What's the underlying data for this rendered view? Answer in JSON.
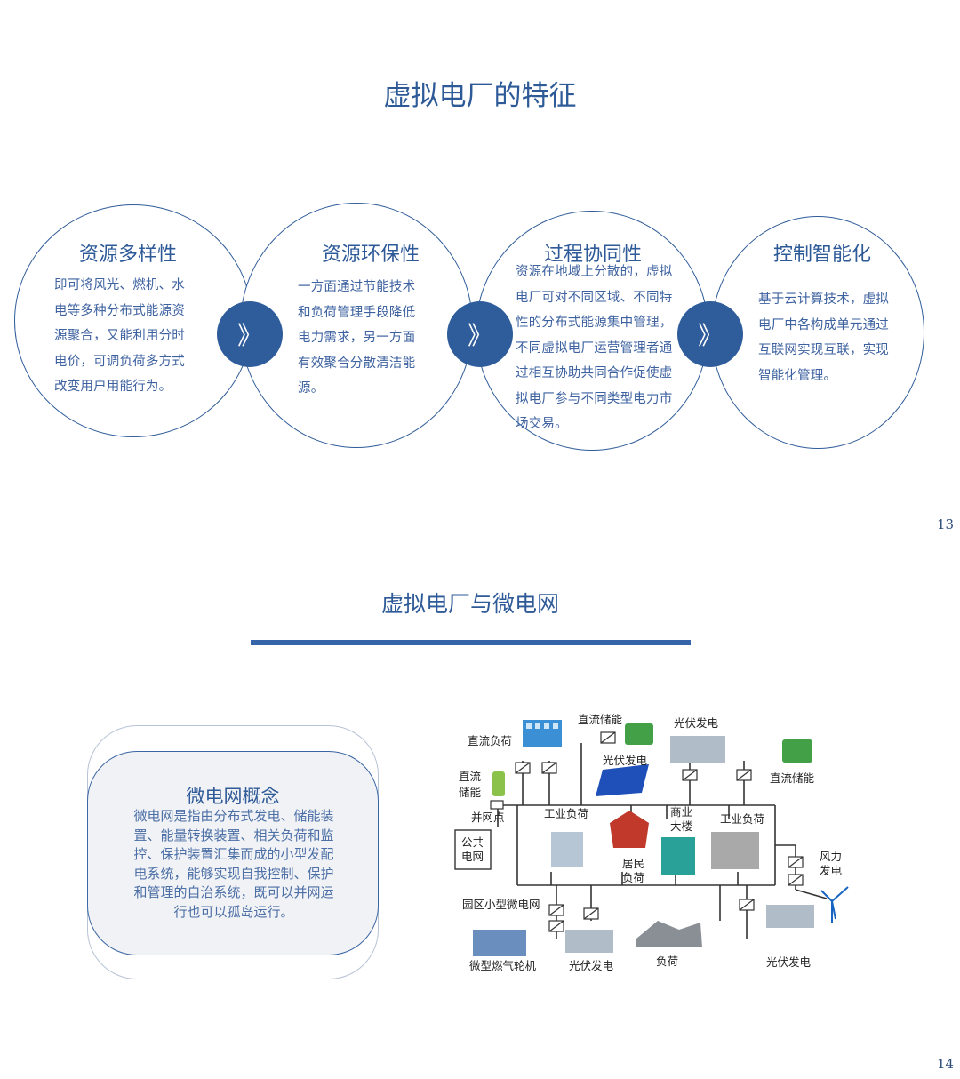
{
  "slide13": {
    "title": "虚拟电厂的特征",
    "page_number": "13",
    "features": [
      {
        "title": "资源多样性",
        "text": [
          "即可将风光、燃机、水",
          "电等多种分布式能源资",
          "源聚合，又能利用分时",
          "电价，可调负荷多方式",
          "改变用户用能行为。"
        ]
      },
      {
        "title": "资源环保性",
        "text": [
          "一方面通过节能技术",
          "和负荷管理手段降低",
          "电力需求，另一方面",
          "有效聚合分散清洁能",
          "源。"
        ]
      },
      {
        "title": "过程协同性",
        "text": [
          "资源在地域上分散的，虚拟",
          "电厂可对不同区域、不同特",
          "性的分布式能源集中管理，",
          "不同虚拟电厂运营管理者通",
          "过相互协助共同合作促使虚",
          "拟电厂参与不同类型电力市",
          "场交易。"
        ]
      },
      {
        "title": "控制智能化",
        "text": [
          "基于云计算技术，虚拟",
          "电厂中各构成单元通过",
          "互联网实现互联，实现",
          "智能化管理。"
        ]
      }
    ],
    "arrow_symbol": "》"
  },
  "slide14": {
    "title": "虚拟电厂与微电网",
    "page_number": "14",
    "concept": {
      "title": "微电网概念",
      "text": [
        "微电网是指由分布式发电、储能装",
        "置、能量转换装置、相关负荷和监",
        "控、保护装置汇集而成的小型发配",
        "电系统，能够实现自我控制、保护",
        "和管理的自治系统，既可以并网运",
        "行也可以孤岛运行。"
      ]
    },
    "diagram_labels": {
      "dc_load": "直流负荷",
      "dc_storage_top": "直流储能",
      "pv_top": "光伏发电",
      "pv_mid": "光伏发电",
      "dc_storage_left": [
        "直流",
        "储能"
      ],
      "grid_point": "并网点",
      "public_grid": [
        "公共",
        "电网"
      ],
      "industrial_load_1": "工业负荷",
      "commercial_building": [
        "商业",
        "大楼"
      ],
      "industrial_load_2": "工业负荷",
      "dc_storage_right": "直流储能",
      "residential_load": [
        "居民",
        "负荷"
      ],
      "wind_power": [
        "风力",
        "发电"
      ],
      "campus_microgrid": "园区小型微电网",
      "micro_turbine": "微型燃气轮机",
      "pv_bottom_1": "光伏发电",
      "load": "负荷",
      "pv_bottom_2": "光伏发电"
    },
    "colors": {
      "primary": "#2f5c9a",
      "bar": "#3565a8"
    }
  }
}
